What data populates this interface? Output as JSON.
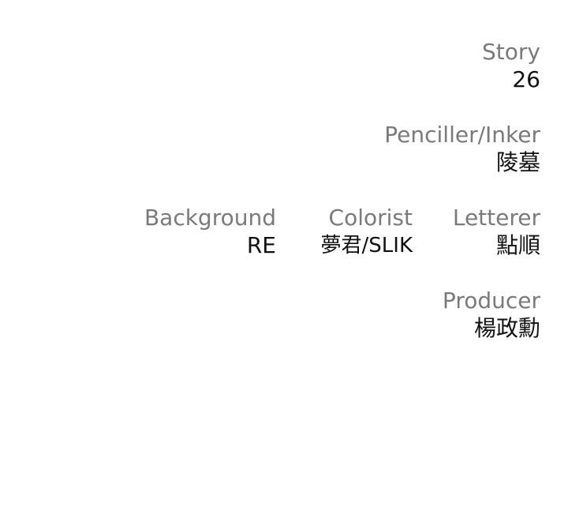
{
  "credits": {
    "story": {
      "role": "Story",
      "name": "26"
    },
    "penciller_inker": {
      "role": "Penciller/Inker",
      "name": "陵墓"
    },
    "background": {
      "role": "Background",
      "name": "RE"
    },
    "colorist": {
      "role": "Colorist",
      "name": "夢君/SLIK"
    },
    "letterer": {
      "role": "Letterer",
      "name": "點順"
    },
    "producer": {
      "role": "Producer",
      "name": "楊政勳"
    }
  },
  "colors": {
    "role_text": "#7a7a7a",
    "name_text": "#111111",
    "background": "#ffffff"
  }
}
